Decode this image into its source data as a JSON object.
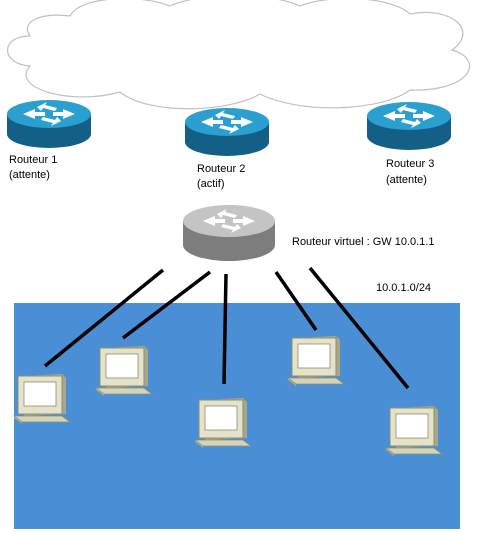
{
  "network": {
    "routers": [
      {
        "name": "Routeur 1",
        "state": "(attente)"
      },
      {
        "name": "Routeur 2",
        "state": "(actif)"
      },
      {
        "name": "Routeur 3",
        "state": "(attente)"
      }
    ],
    "virtual_router_label": "Routeur virtuel : GW 10.0.1.1",
    "subnet_label": "10.0.1.0/24",
    "client_count": 5
  },
  "colors": {
    "router_blue": "#1a86b3",
    "router_top": "#2a9fd0",
    "virtual_router_gray": "#a3a3a3",
    "lan_blue": "#4a8fd6",
    "computer_beige": "#e4e2c8",
    "cloud_stroke": "#c0c0c0"
  },
  "icons": {
    "router": "router-icon",
    "virtual_router": "virtual-router-icon",
    "computer": "computer-icon",
    "cloud": "cloud-icon"
  }
}
